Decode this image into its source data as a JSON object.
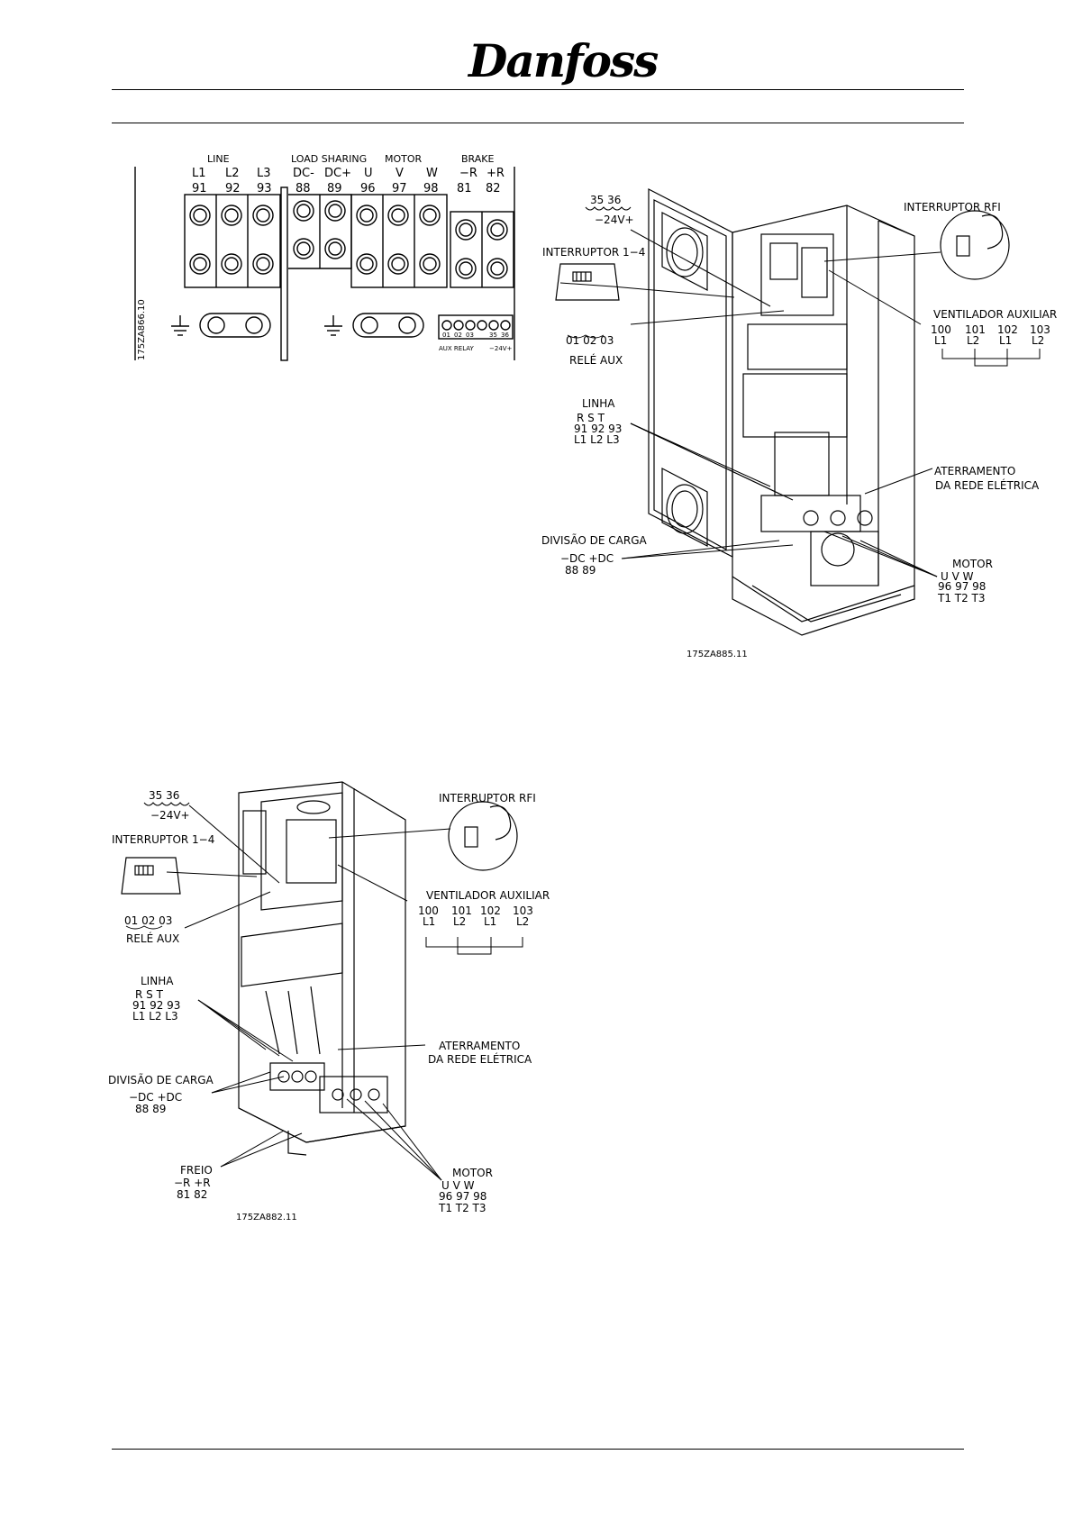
{
  "brand": "Danfoss",
  "fig1": {
    "code": "175ZA866.10",
    "groups": [
      "LINE",
      "LOAD SHARING",
      "MOTOR",
      "BRAKE"
    ],
    "terminals": [
      {
        "label": "L1",
        "num": "91"
      },
      {
        "label": "L2",
        "num": "92"
      },
      {
        "label": "L3",
        "num": "93"
      },
      {
        "label": "DC-",
        "num": "88"
      },
      {
        "label": "DC+",
        "num": "89"
      },
      {
        "label": "U",
        "num": "96"
      },
      {
        "label": "V",
        "num": "97"
      },
      {
        "label": "W",
        "num": "98"
      },
      {
        "label": "−R",
        "num": "81"
      },
      {
        "label": "+R",
        "num": "82"
      }
    ],
    "aux_nums": [
      "01",
      "02",
      "03",
      "35",
      "36"
    ],
    "aux_relay": "AUX RELAY",
    "aux_24v": "−24V+"
  },
  "fig2": {
    "code": "175ZA885.11",
    "v24_nums": "35  36",
    "v24": "−24V+",
    "switch14": "INTERRUPTOR 1−4",
    "rfi": "INTERRUPTOR RFI",
    "relay_nums": "01  02  03",
    "relay": "RELÉ AUX",
    "fan_title": "VENTILADOR AUXILIAR",
    "fan_nums": [
      "100",
      "101",
      "102",
      "103"
    ],
    "fan_lines": [
      "L1",
      "L2",
      "L1",
      "L2"
    ],
    "line_title": "LINHA",
    "line_rst": "R   S   T",
    "line_nums": "91  92  93",
    "line_l": "L1  L2  L3",
    "earth1": "ATERRAMENTO",
    "earth2": "DA REDE ELÉTRICA",
    "load_title": "DIVISÃO  DE  CARGA",
    "load_dc": "−DC  +DC",
    "load_nums": "88    89",
    "motor_title": "MOTOR",
    "motor_uvw": "U   V   W",
    "motor_nums": "96  97  98",
    "motor_t": "T1  T2  T3"
  },
  "fig3": {
    "code": "175ZA882.11",
    "v24_nums": "35  36",
    "v24": "−24V+",
    "switch14": "INTERRUPTOR 1−4",
    "rfi": "INTERRUPTOR RFI",
    "relay_nums": "01  02  03",
    "relay": "RELÉ AUX",
    "fan_title": "VENTILADOR AUXILIAR",
    "fan_nums": [
      "100",
      "101",
      "102",
      "103"
    ],
    "fan_lines": [
      "L1",
      "L2",
      "L1",
      "L2"
    ],
    "line_title": "LINHA",
    "line_rst": "R   S   T",
    "line_nums": "91  92  93",
    "line_l": "L1  L2  L3",
    "earth1": "ATERRAMENTO",
    "earth2": "DA REDE ELÉTRICA",
    "load_title": "DIVISÃO  DE  CARGA",
    "load_dc": "−DC  +DC",
    "load_nums": "88    89",
    "brake_title": "FREIO",
    "brake_r": "−R  +R",
    "brake_nums": "81  82",
    "motor_title": "MOTOR",
    "motor_uvw": "U   V   W",
    "motor_nums": "96  97  98",
    "motor_t": "T1  T2  T3"
  }
}
